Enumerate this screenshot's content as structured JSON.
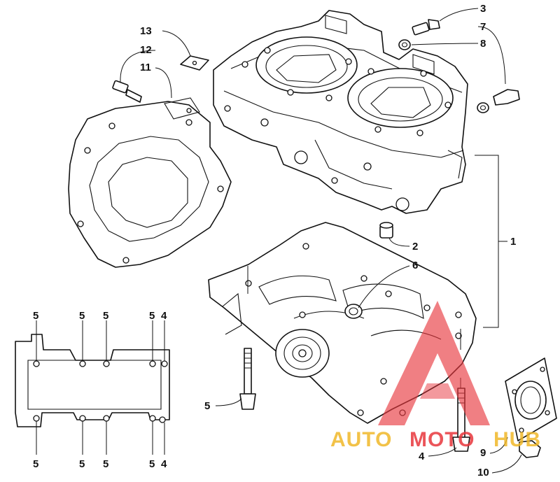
{
  "callouts": {
    "c1": "1",
    "c2": "2",
    "c3": "3",
    "c4a": "4",
    "c5a": "5",
    "c6": "6",
    "c7": "7",
    "c8": "8",
    "c9": "9",
    "c10": "10",
    "c11": "11",
    "c12": "12",
    "c13": "13"
  },
  "inset_labels": {
    "top": [
      "5",
      "5",
      "5",
      "5",
      "4"
    ],
    "bottom": [
      "5",
      "5",
      "5",
      "5",
      "4"
    ]
  },
  "watermark": {
    "text_prefix": "AUTO",
    "text_mid": "MOTO",
    "text_suffix": "HUB",
    "color": "#e8373d",
    "accent": "#f0b829"
  },
  "colors": {
    "line": "#111111",
    "background": "#ffffff"
  }
}
